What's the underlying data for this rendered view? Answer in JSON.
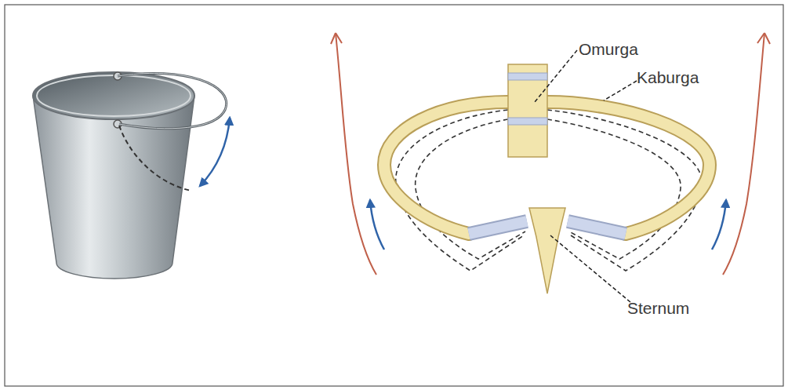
{
  "diagram": {
    "labels": [
      "Omurga",
      "Kaburga",
      "Sternum"
    ]
  }
}
